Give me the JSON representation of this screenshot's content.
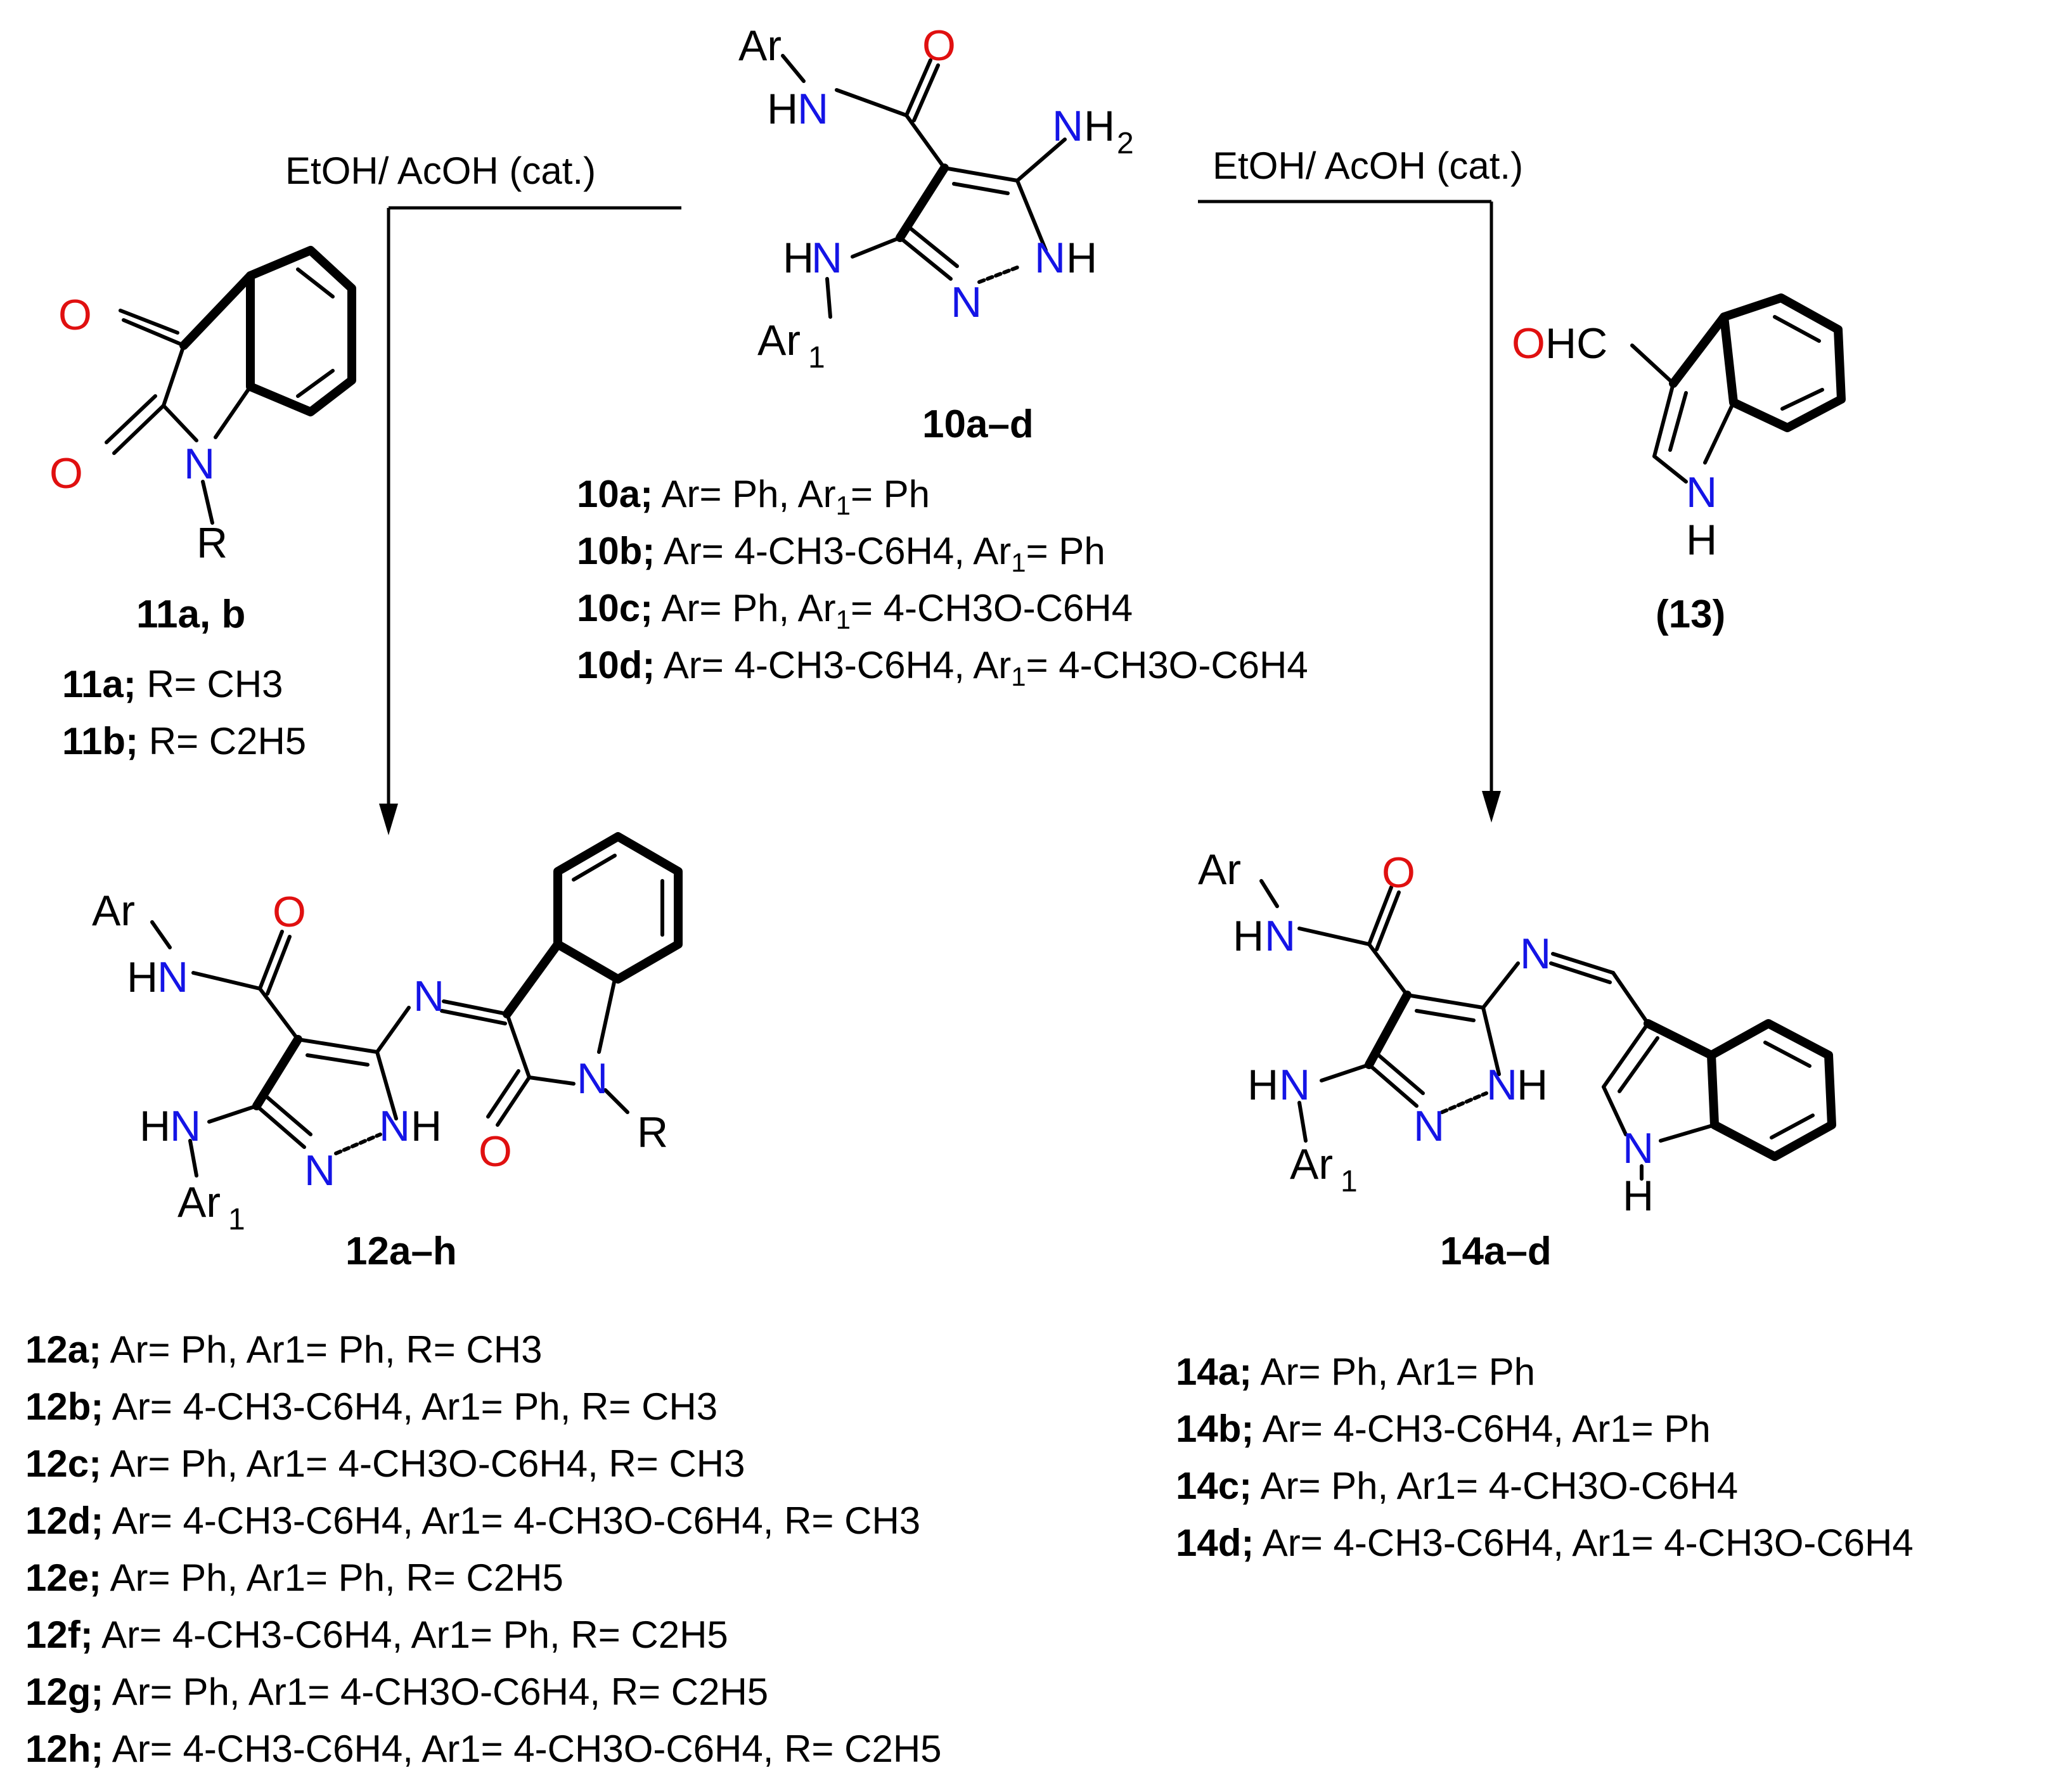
{
  "conditions": {
    "left": "EtOH/ AcOH (cat.)",
    "right": "EtOH/ AcOH (cat.)"
  },
  "compounds": {
    "c10": {
      "label": "10a–d"
    },
    "c11": {
      "label": "11a, b"
    },
    "c13": {
      "label": "(13)"
    },
    "c12": {
      "label": "12a–h"
    },
    "c14": {
      "label": "14a–d"
    }
  },
  "atoms": {
    "Ar": "Ar",
    "Ar1_base": "Ar",
    "sub1": "1",
    "sub2": "2",
    "H": "H",
    "N": "N",
    "O": "O",
    "R": "R",
    "HC": "HC"
  },
  "defs10": [
    {
      "id": "10a;",
      "ar": "Ar= Ph,",
      "ar1_pre": "Ar",
      "ar1_sub": "1",
      "ar1_post": "= Ph"
    },
    {
      "id": "10b;",
      "ar": "Ar= 4-CH3-C6H4,",
      "ar1_pre": "Ar",
      "ar1_sub": "1",
      "ar1_post": "= Ph"
    },
    {
      "id": "10c;",
      "ar": "Ar= Ph,",
      "ar1_pre": "Ar",
      "ar1_sub": "1",
      "ar1_post": "= 4-CH3O-C6H4"
    },
    {
      "id": "10d;",
      "ar": "Ar= 4-CH3-C6H4,",
      "ar1_pre": "Ar",
      "ar1_sub": "1",
      "ar1_post": "= 4-CH3O-C6H4"
    }
  ],
  "defs11": [
    {
      "id": "11a;",
      "text": "R= CH3"
    },
    {
      "id": "11b;",
      "text": "R= C2H5"
    }
  ],
  "defs12": [
    {
      "id": "12a;",
      "text": "Ar= Ph, Ar1= Ph, R= CH3"
    },
    {
      "id": "12b;",
      "text": "Ar= 4-CH3-C6H4, Ar1= Ph, R= CH3"
    },
    {
      "id": "12c;",
      "text": "Ar= Ph, Ar1= 4-CH3O-C6H4, R= CH3"
    },
    {
      "id": "12d;",
      "text": "Ar= 4-CH3-C6H4, Ar1= 4-CH3O-C6H4, R= CH3"
    },
    {
      "id": "12e;",
      "text": "Ar= Ph, Ar1= Ph, R= C2H5"
    },
    {
      "id": "12f;",
      "text": "Ar= 4-CH3-C6H4, Ar1= Ph, R= C2H5"
    },
    {
      "id": "12g;",
      "text": "Ar= Ph, Ar1= 4-CH3O-C6H4, R= C2H5"
    },
    {
      "id": "12h;",
      "text": "Ar= 4-CH3-C6H4, Ar1= 4-CH3O-C6H4, R= C2H5"
    }
  ],
  "defs14": [
    {
      "id": "14a;",
      "text": "Ar= Ph, Ar1= Ph"
    },
    {
      "id": "14b;",
      "text": "Ar= 4-CH3-C6H4, Ar1= Ph"
    },
    {
      "id": "14c;",
      "text": "Ar= Ph, Ar1= 4-CH3O-C6H4"
    },
    {
      "id": "14d;",
      "text": "Ar= 4-CH3-C6H4, Ar1= 4-CH3O-C6H4"
    }
  ],
  "colors": {
    "nitrogen": "#1414e6",
    "oxygen": "#e01010",
    "carbon": "#000000"
  }
}
